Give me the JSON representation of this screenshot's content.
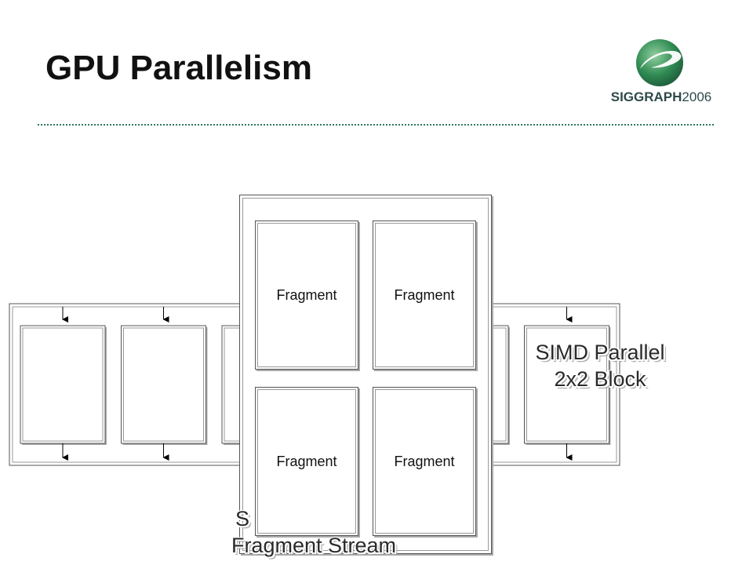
{
  "slide": {
    "title": "GPU Parallelism"
  },
  "logo": {
    "brand": "SIGGRAPH",
    "year": "2006",
    "icon": "siggraph-swirl-logo"
  },
  "colors": {
    "divider": "#2d7a5a",
    "logo_green": "#3a8a5a",
    "text": "#111111"
  },
  "diagram": {
    "stream_processors": 6,
    "simd_block": {
      "fragments": [
        {
          "label": "Fragment"
        },
        {
          "label": "Fragment"
        },
        {
          "label": "Fragment"
        },
        {
          "label": "Fragment"
        }
      ],
      "label_line1": "SIMD Parallel",
      "label_line2": "2x2 Block"
    },
    "stream_label_line1": "S",
    "stream_label_line2": "Fragment Stream"
  }
}
